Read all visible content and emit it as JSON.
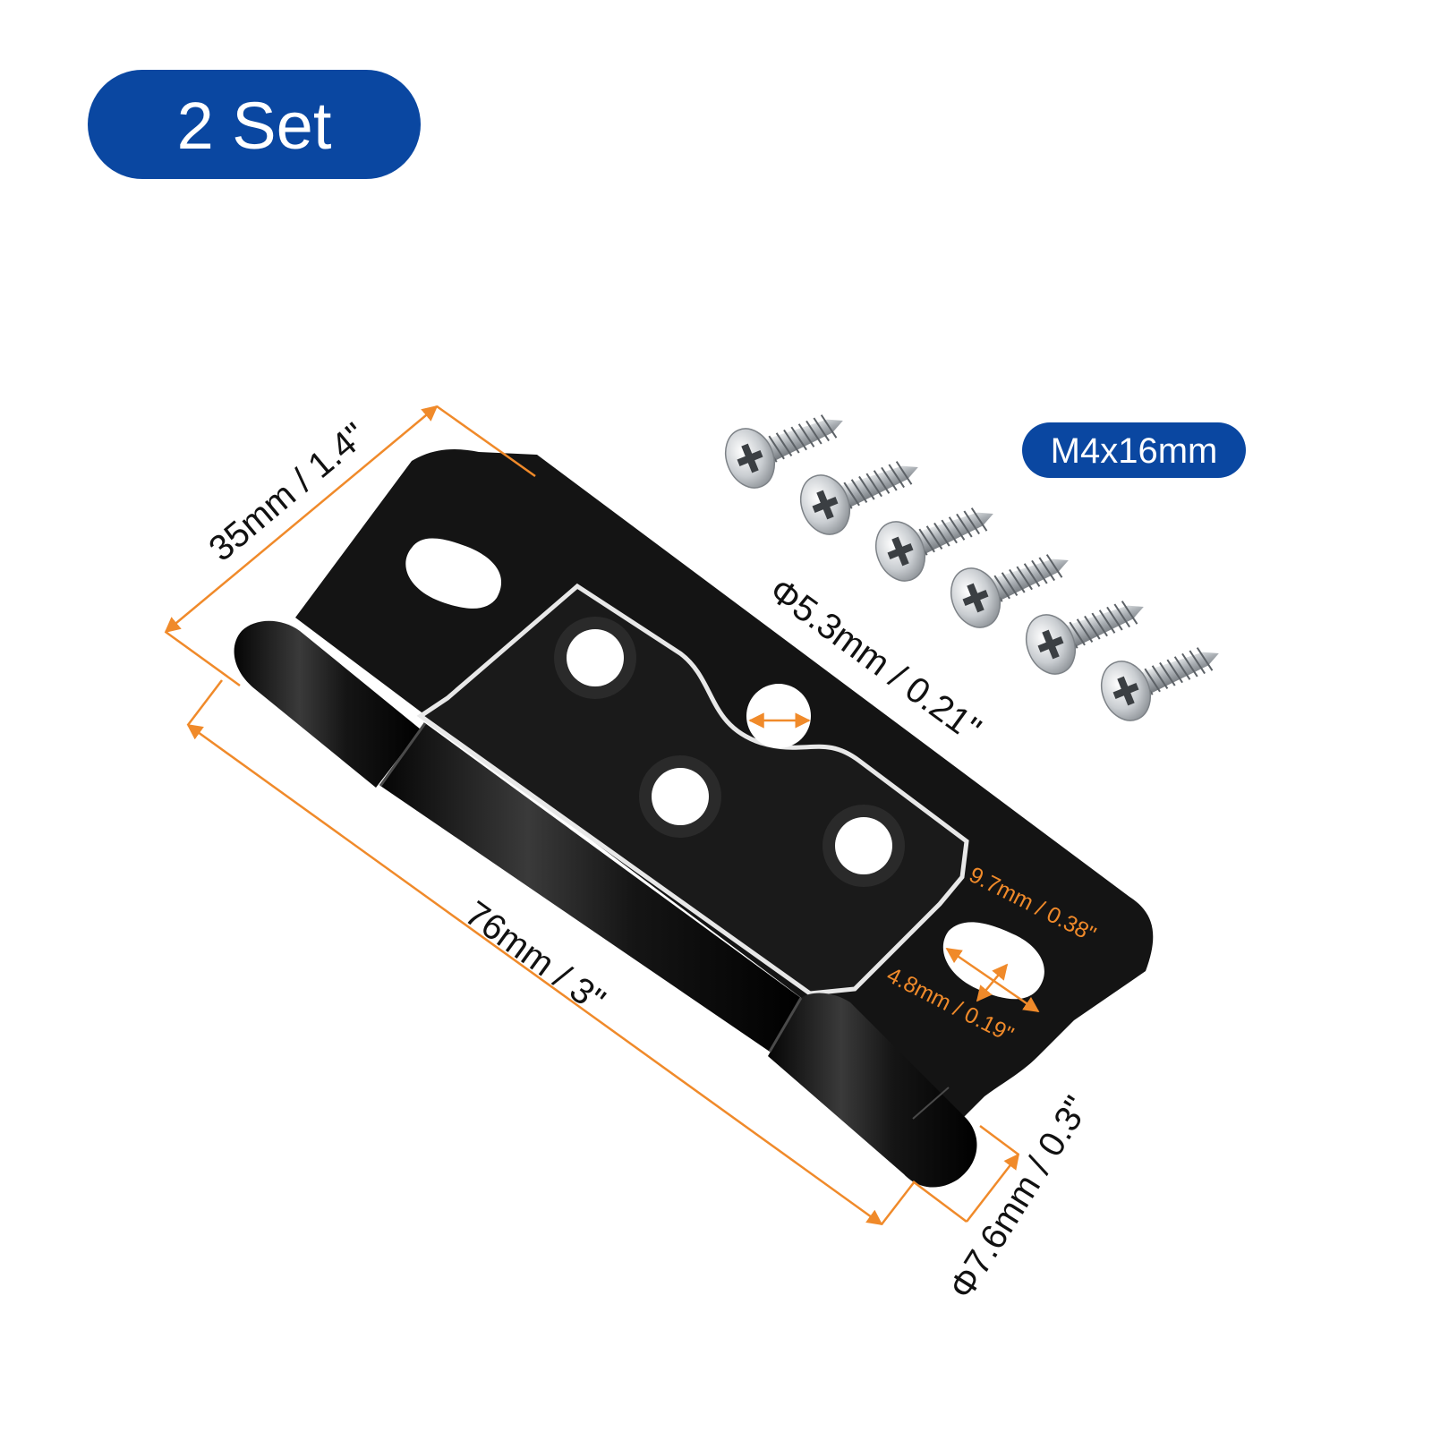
{
  "badge": {
    "label": "2 Set"
  },
  "screw_badge": {
    "label": "M4x16mm"
  },
  "dimensions": {
    "width": "35mm / 1.4\"",
    "length": "76mm / 3\"",
    "hole_diameter": "Φ5.3mm / 0.21\"",
    "pin_diameter": "Φ7.6mm / 0.3\"",
    "slot_length": "9.7mm / 0.38\"",
    "slot_width": "4.8mm / 0.19\""
  },
  "colors": {
    "badge_blue": "#0a47a1",
    "dimension_orange": "#f08a2a",
    "hinge_black": "#141414",
    "screw_silver": "#c9cdd1"
  },
  "icons": {
    "hinge": "hinge-illustration",
    "screw": "phillips-flat-head-screw"
  },
  "screws": {
    "count": 6
  }
}
